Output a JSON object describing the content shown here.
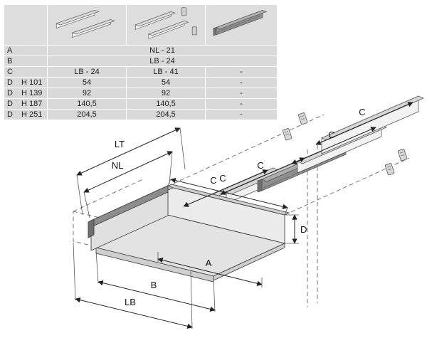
{
  "table": {
    "header_icons": [
      "drawer-rails-icon",
      "rails-with-brackets-icon",
      "assembled-side-icon"
    ],
    "rows": [
      {
        "label": "A",
        "value": "NL - 21"
      },
      {
        "label": "B",
        "value": "LB - 24"
      },
      {
        "label": "C",
        "c1": "LB - 24",
        "c2": "LB - 41",
        "c3": "-"
      },
      {
        "label": "D",
        "sub": "H 101",
        "c1": "54",
        "c2": "54",
        "c3": "-"
      },
      {
        "label": "D",
        "sub": "H 139",
        "c1": "92",
        "c2": "92",
        "c3": "-"
      },
      {
        "label": "D",
        "sub": "H 187",
        "c1": "140,5",
        "c2": "140,5",
        "c3": "-"
      },
      {
        "label": "D",
        "sub": "H 251",
        "c1": "204,5",
        "c2": "204,5",
        "c3": "-"
      }
    ]
  },
  "diagram": {
    "dims": {
      "lt": "LT",
      "nl": "NL",
      "c": "C",
      "a": "A",
      "b": "B",
      "lb": "LB",
      "d": "D"
    }
  },
  "colors": {
    "table_row_bg": "#d9d9d9",
    "part_light": "#f2f2f2",
    "part_dark": "#8f8f8f",
    "line": "#333333"
  }
}
